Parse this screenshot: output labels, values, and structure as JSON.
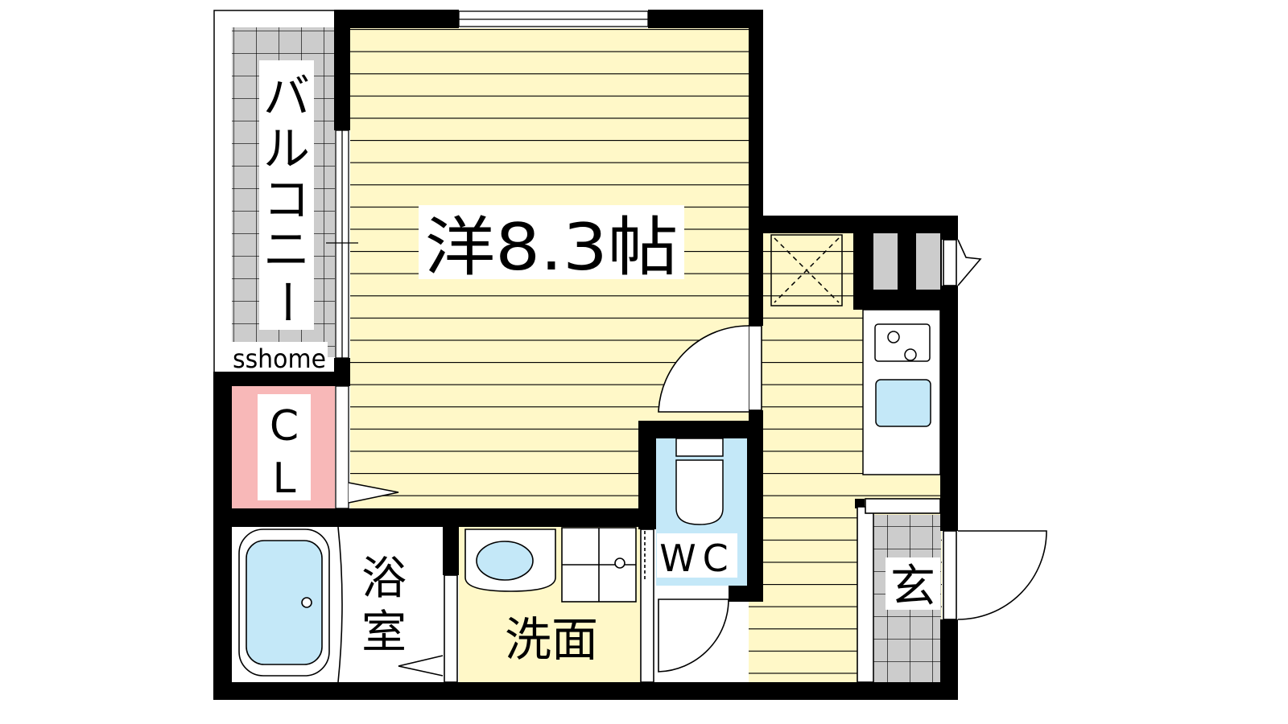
{
  "rooms": {
    "western_room": "洋8.3帖",
    "balcony": [
      "バ",
      "ル",
      "コ",
      "ニ",
      "ー"
    ],
    "closet": [
      "C",
      "L"
    ],
    "bathroom": [
      "浴",
      "室"
    ],
    "washroom": "洗面",
    "toilet": "WC",
    "entrance": "玄"
  },
  "watermark": "sshome",
  "colors": {
    "floor": "#fff8c8",
    "tile": "#cccccc",
    "closet": "#f8b8b8",
    "water": "#c4e8f8",
    "wall": "#000000"
  }
}
